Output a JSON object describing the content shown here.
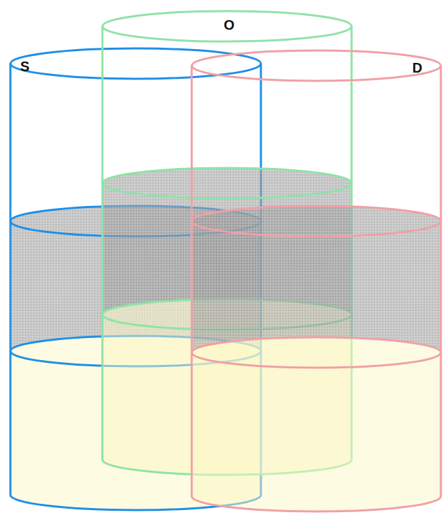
{
  "diagram": {
    "nodes": [
      {
        "text": [
          "S"
        ]
      },
      {
        "text": [
          "O"
        ]
      },
      {
        "text": [
          "D"
        ]
      }
    ]
  }
}
